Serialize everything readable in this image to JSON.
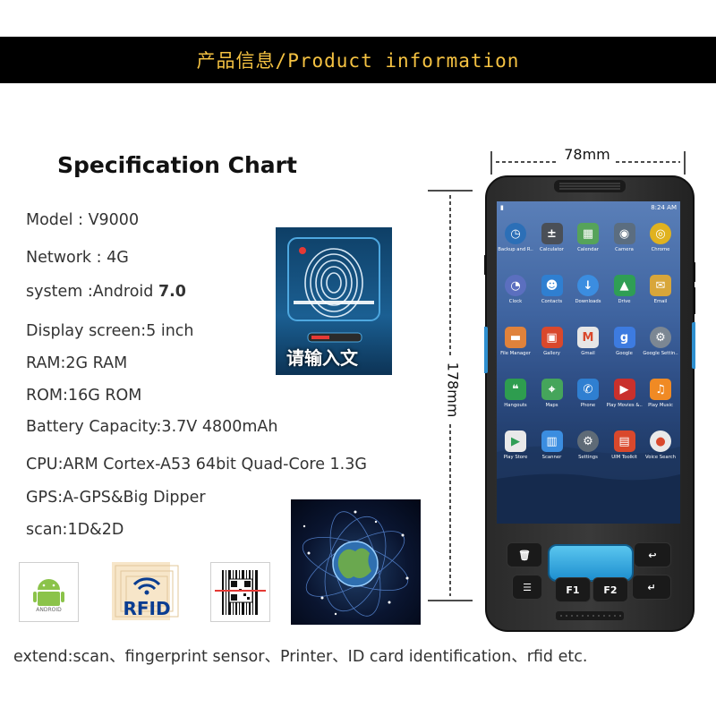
{
  "banner": {
    "title": "产品信息/Product information"
  },
  "spec": {
    "title": "Specification Chart",
    "model": "Model : V9000",
    "network": "Network : 4G",
    "system_prefix": "system :Android",
    "system_version": "7.0",
    "display": "Display screen:5 inch",
    "ram": "RAM:2G RAM",
    "rom": "ROM:16G ROM",
    "battery_prefix": "Battery Capacity:3.7V",
    "battery_value": "4800mAh",
    "cpu": "CPU:ARM Cortex-A53 64bit Quad-Core 1.3G",
    "gps": "GPS:A-GPS&Big Dipper",
    "scan": "scan:1D&2D"
  },
  "fingerprint_panel": {
    "caption": "请输入文"
  },
  "logos": {
    "android": "ANDROID",
    "rfid": "RFID"
  },
  "dimensions": {
    "width": "78mm",
    "height": "178mm"
  },
  "device": {
    "status_time": "8:24 AM",
    "apps": [
      {
        "label": "Backup and R..",
        "icon": "clock-icon",
        "color": "#2c6fb7"
      },
      {
        "label": "Calculator",
        "icon": "calculator-icon",
        "color": "#4a4f57"
      },
      {
        "label": "Calendar",
        "icon": "calendar-icon",
        "color": "#56a35a"
      },
      {
        "label": "Camera",
        "icon": "camera-icon",
        "color": "#5b6d80"
      },
      {
        "label": "Chrome",
        "icon": "chrome-icon",
        "color": "#e0b21f"
      },
      {
        "label": "Clock",
        "icon": "clock-face-icon",
        "color": "#5b6fbf"
      },
      {
        "label": "Contacts",
        "icon": "contacts-icon",
        "color": "#2f7fd1"
      },
      {
        "label": "Downloads",
        "icon": "download-icon",
        "color": "#3b8de0"
      },
      {
        "label": "Drive",
        "icon": "drive-icon",
        "color": "#2f9e55"
      },
      {
        "label": "Email",
        "icon": "email-icon",
        "color": "#d8a63a"
      },
      {
        "label": "File Manager",
        "icon": "folder-icon",
        "color": "#e0823b"
      },
      {
        "label": "Gallery",
        "icon": "gallery-icon",
        "color": "#d9482c"
      },
      {
        "label": "Gmail",
        "icon": "gmail-icon",
        "color": "#e6e6e6"
      },
      {
        "label": "Google",
        "icon": "google-icon",
        "color": "#3d7be0"
      },
      {
        "label": "Google Settin..",
        "icon": "gear-icon",
        "color": "#7c8793"
      },
      {
        "label": "Hangouts",
        "icon": "hangouts-icon",
        "color": "#2e9d4f"
      },
      {
        "label": "Maps",
        "icon": "maps-icon",
        "color": "#45a55b"
      },
      {
        "label": "Phone",
        "icon": "phone-icon",
        "color": "#2f7fd1"
      },
      {
        "label": "Play Movies &..",
        "icon": "movies-icon",
        "color": "#c9302c"
      },
      {
        "label": "Play Music",
        "icon": "music-icon",
        "color": "#f08a24"
      },
      {
        "label": "Play Store",
        "icon": "play-store-icon",
        "color": "#e9e9e9"
      },
      {
        "label": "Scanner",
        "icon": "scanner-icon",
        "color": "#3b8de0"
      },
      {
        "label": "Settings",
        "icon": "settings-icon",
        "color": "#5f6b77"
      },
      {
        "label": "UIM Toolkit",
        "icon": "sim-icon",
        "color": "#d9482c"
      },
      {
        "label": "Voice Search",
        "icon": "microphone-icon",
        "color": "#e9e9e9"
      }
    ],
    "keys": {
      "f1": "F1",
      "f2": "F2"
    }
  },
  "footer": {
    "text": "extend:scan、fingerprint sensor、Printer、ID card identification、rfid etc."
  }
}
